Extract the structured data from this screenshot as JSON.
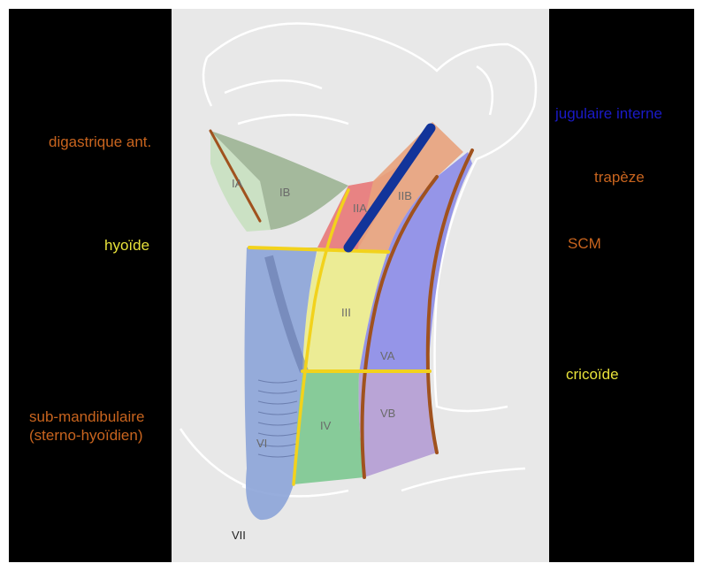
{
  "colors": {
    "background": "#000000",
    "orange_label": "#c8641e",
    "yellow_label": "#e8e23a",
    "blue_label": "#1a1ac8",
    "muscle_brown": "#a0521e",
    "landmark_yellow": "#f2d21c",
    "jugular_blue": "#12349a"
  },
  "labels": {
    "digastric": "digastrique ant.",
    "hyoid": "hyoïde",
    "submandibular_line1": "sub-mandibulaire",
    "submandibular_line2": "(sterno-hyoïdien)",
    "jugular": "jugulaire interne",
    "trapezius": "trapèze",
    "scm": "SCM",
    "cricoid": "cricoïde"
  },
  "regions": [
    {
      "id": "IA",
      "label": "IA",
      "color": "#c8e0c0"
    },
    {
      "id": "IB",
      "label": "IB",
      "color": "#9cb494"
    },
    {
      "id": "IIA",
      "label": "IIA",
      "color": "#e87878"
    },
    {
      "id": "IIB",
      "label": "IIB",
      "color": "#e8a27c"
    },
    {
      "id": "III",
      "label": "III",
      "color": "#ecec8c"
    },
    {
      "id": "IV",
      "label": "IV",
      "color": "#7cc890"
    },
    {
      "id": "VA",
      "label": "VA",
      "color": "#8c8ce8"
    },
    {
      "id": "VB",
      "label": "VB",
      "color": "#b49cd4"
    },
    {
      "id": "VI",
      "label": "VI",
      "color": "#8ca4d8"
    },
    {
      "id": "VII",
      "label": "VII",
      "color": "#ffffff"
    }
  ]
}
